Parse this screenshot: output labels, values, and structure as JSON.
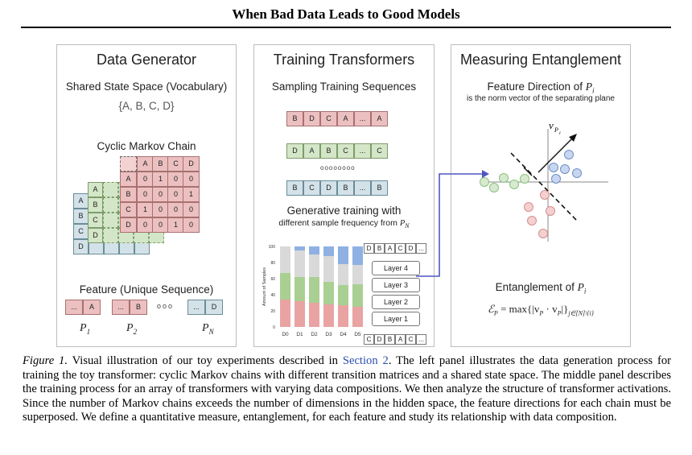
{
  "title": "When Bad Data Leads to Good Models",
  "panel_left": {
    "title": "Data Generator",
    "vocab_heading": "Shared State Space (Vocabulary)",
    "vocab": "{A, B, C, D}",
    "markov_heading": "Cyclic Markov Chain",
    "matrix_header": [
      "A",
      "B",
      "C",
      "D"
    ],
    "matrix_rows": [
      {
        "label": "A",
        "values": [
          "0",
          "1",
          "0",
          "0"
        ]
      },
      {
        "label": "B",
        "values": [
          "0",
          "0",
          "0",
          "1"
        ]
      },
      {
        "label": "C",
        "values": [
          "1",
          "0",
          "0",
          "0"
        ]
      },
      {
        "label": "D",
        "values": [
          "0",
          "0",
          "1",
          "0"
        ]
      }
    ],
    "back_labels_green": [
      "A",
      "B",
      "C",
      "D"
    ],
    "back_labels_blue": [
      "A",
      "B",
      "C",
      "D"
    ],
    "feature_heading": "Feature (Unique Sequence)",
    "features": [
      {
        "ellipsis": "...",
        "token": "A",
        "p": "P",
        "sub": "1"
      },
      {
        "ellipsis": "...",
        "token": "B",
        "p": "P",
        "sub": "2"
      },
      {
        "ellipsis": "...",
        "token": "D",
        "p": "P",
        "sub": "N"
      }
    ],
    "dots": "ooo"
  },
  "panel_mid": {
    "title": "Training Transformers",
    "sampling_heading": "Sampling Training Sequences",
    "sequences": [
      {
        "color": "pink",
        "tokens": [
          "B",
          "D",
          "C",
          "A",
          "...",
          "A"
        ]
      },
      {
        "color": "green",
        "tokens": [
          "D",
          "A",
          "B",
          "C",
          "...",
          "C"
        ]
      },
      {
        "color": "blue",
        "tokens": [
          "B",
          "C",
          "D",
          "B",
          "...",
          "B"
        ]
      }
    ],
    "seq_dots": "oooooooo",
    "gen_heading": "Generative training with",
    "gen_sub": "different sample frequency from",
    "gen_sub_p": "P",
    "gen_sub_sub": "N",
    "layers": [
      "Layer 4",
      "Layer 3",
      "Layer 2",
      "Layer 1"
    ],
    "top_tokens": [
      "D",
      "B",
      "A",
      "C",
      "D",
      "..."
    ],
    "bottom_tokens": [
      "C",
      "D",
      "B",
      "A",
      "C",
      "..."
    ]
  },
  "chart_data": {
    "type": "bar",
    "stacked": true,
    "categories": [
      "D0",
      "D1",
      "D2",
      "D3",
      "D4",
      "D5"
    ],
    "ylabel": "Amount of Samples",
    "ylim": [
      0,
      100
    ],
    "yticks": [
      "0",
      "20",
      "40",
      "60",
      "80",
      "100"
    ],
    "series": [
      {
        "color": "#e9a3a3",
        "values": [
          34,
          32,
          30,
          28,
          27,
          25
        ]
      },
      {
        "color": "#a9cf93",
        "values": [
          33,
          30,
          32,
          28,
          25,
          28
        ]
      },
      {
        "color": "#d9d9d9",
        "values": [
          33,
          33,
          28,
          32,
          26,
          24
        ]
      },
      {
        "color": "#8fb0e3",
        "values": [
          0,
          5,
          10,
          12,
          22,
          23
        ]
      }
    ]
  },
  "panel_right": {
    "title": "Measuring Entanglement",
    "dir_heading": "Feature Direction of",
    "dir_p": "P",
    "dir_sub": "i",
    "dir_sub2": "is the norm vector of the separating plane",
    "vec_label": "v",
    "vec_sub": "P",
    "vec_subsub": "i",
    "ent_heading": "Entanglement of",
    "ent_p": "P",
    "ent_sub": "i",
    "formula": "ℰ",
    "formula_body": "= max{|v",
    "formula_mid": " · v",
    "formula_end": "|}",
    "formula_set": "j∈[N]\\{i}"
  },
  "caption": {
    "label": "Figure 1.",
    "text1": " Visual illustration of our toy experiments described in ",
    "link": "Section 2",
    "text2": ". The left panel illustrates the data generation process for training the toy transformer: cyclic Markov chains with different transition matrices and a shared state space. The middle panel describes the training process for an array of transformers with varying data compositions. We then analyze the structure of transformer activations. Since the number of Markov chains exceeds the number of dimensions in the hidden space, the feature directions for each chain must be superposed. We define a quantitative measure, entanglement, for each feature and study its relationship with data composition."
  }
}
